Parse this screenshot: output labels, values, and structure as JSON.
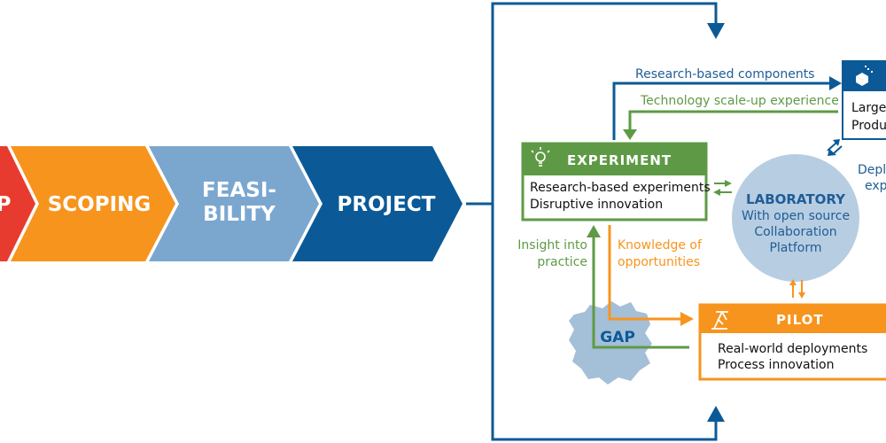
{
  "colors": {
    "red": "#e83b2f",
    "orange": "#f7941d",
    "light_blue": "#7ba7cf",
    "dark_blue": "#0b5a97",
    "green": "#5e9a45",
    "lab_fill": "#b7cde2",
    "gap_fill": "#a4bfd8"
  },
  "stages": [
    {
      "label": "P"
    },
    {
      "label": "SCOPING"
    },
    {
      "label_line1": "FEASI-",
      "label_line2": "BILITY"
    },
    {
      "label": "PROJECT"
    }
  ],
  "experiment": {
    "title": "EXPERIMENT",
    "line1": "Research-based experiments",
    "line2": "Disruptive innovation",
    "icon": "lightbulb-icon"
  },
  "large_scale": {
    "line1": "Large",
    "line2": "Produ",
    "icon": "cube-icon"
  },
  "laboratory": {
    "title": "LABORATORY",
    "line1": "With open source",
    "line2": "Collaboration",
    "line3": "Platform"
  },
  "pilot": {
    "title": "PILOT",
    "line1": "Real-world deployments",
    "line2": "Process innovation",
    "icon": "crane-icon"
  },
  "gap": {
    "label": "GAP"
  },
  "flows": {
    "research_components": "Research-based components",
    "scaleup_experience": "Technology scale-up experience",
    "insight_line1": "Insight into",
    "insight_line2": "practice",
    "knowledge_line1": "Knowledge of",
    "knowledge_line2": "opportunities",
    "deploy_line1": "Deplo",
    "deploy_line2": "exp"
  }
}
